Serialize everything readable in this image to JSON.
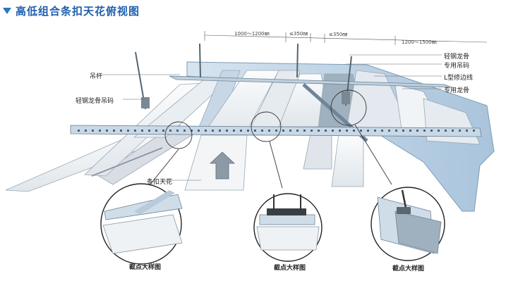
{
  "title": "高低组合条扣天花俯视图",
  "icons": {
    "heading": "triangle-down-icon"
  },
  "colors": {
    "accent": "#2a74c5",
    "title": "#1f5fae",
    "wall": "#bcd3e6",
    "panel": "#f4f6f8",
    "panel_shade": "#d7dde3",
    "steel": "#8aa0b2"
  },
  "labels": {
    "hanger_rod": "吊杆",
    "light_keel_clip": "轻钢龙骨吊码",
    "light_steel_keel": "轻钢龙骨",
    "special_clip": "专用吊码",
    "l_trim": "L型修边线",
    "special_keel": "专用龙骨",
    "strip_ceiling": "条扣天花"
  },
  "dimensions": {
    "span_a": "1000～1200㎜",
    "span_b": "≤350㎜",
    "span_c": "≤350㎜",
    "span_d": "1200～1500㎜"
  },
  "details": {
    "left": "截点大样图",
    "center": "截点大样图",
    "right": "截点大样图"
  }
}
